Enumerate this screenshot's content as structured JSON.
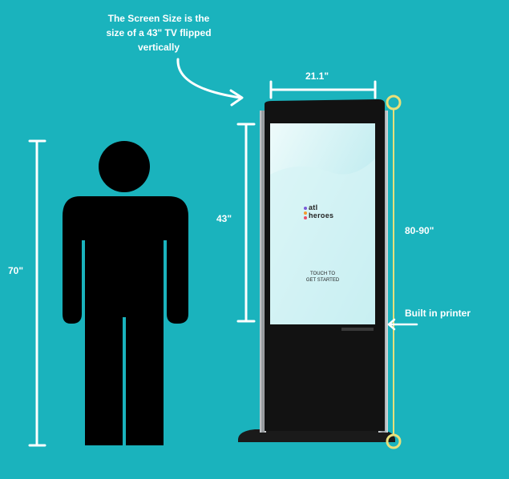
{
  "annotation": {
    "note_lines": [
      "The Screen Size is the",
      "size of a 43\" TV flipped",
      "vertically"
    ],
    "screen_width": "21.1\"",
    "screen_height": "43\"",
    "person_height": "70\"",
    "kiosk_height": "80-90\"",
    "printer": "Built in printer"
  },
  "screen": {
    "logo_line1": "atl",
    "logo_line2": "heroes",
    "cta_line1": "TOUCH TO",
    "cta_line2": "GET STARTED"
  },
  "colors": {
    "background": "#1ab3bd",
    "annotation": "#ffffff",
    "height_marker": "#e8e07a",
    "person": "#000000",
    "kiosk_body": "#111111",
    "screen": "#c8eef0"
  },
  "icons": {
    "person": "person-silhouette-icon",
    "arrow": "curved-arrow-icon"
  }
}
